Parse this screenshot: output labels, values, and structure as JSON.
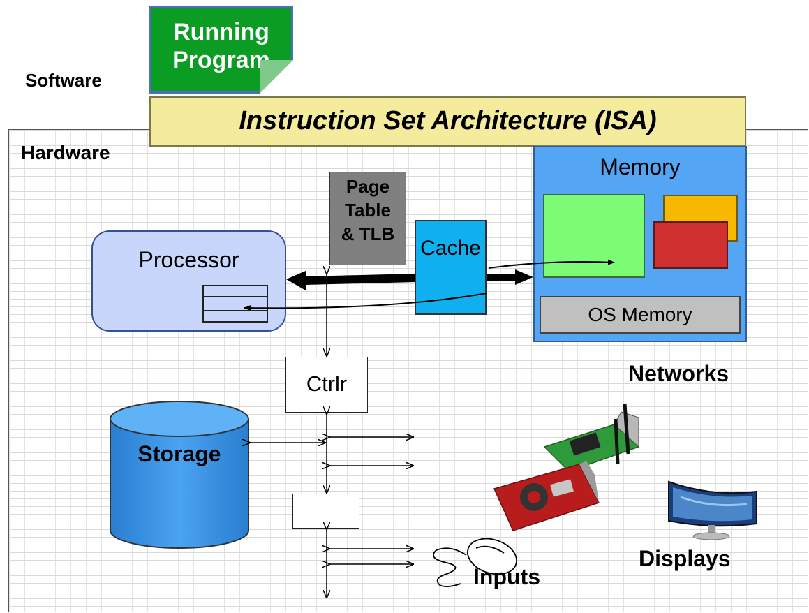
{
  "software": {
    "label": "Software"
  },
  "running_program": {
    "line1": "Running",
    "line2": "Program"
  },
  "isa": {
    "label": "Instruction Set Architecture (ISA)"
  },
  "hardware": {
    "label": "Hardware"
  },
  "memory": {
    "title": "Memory",
    "os_memory": "OS Memory"
  },
  "page_table": {
    "line1": "Page",
    "line2": "Table",
    "line3": "& TLB"
  },
  "cache": {
    "label": "Cache"
  },
  "processor": {
    "label": "Processor"
  },
  "ctrlr": {
    "label": "Ctrlr"
  },
  "storage": {
    "label": "Storage"
  },
  "networks": {
    "label": "Networks"
  },
  "displays": {
    "label": "Displays"
  },
  "inputs": {
    "label": "Inputs"
  },
  "colors": {
    "running_program": "#0b9c24",
    "isa": "#f4ec9c",
    "memory": "#54a6f4",
    "processor": "#c9d6fb",
    "cache": "#10b0f0",
    "page_table": "#7f7f7f",
    "storage": "#3a8fe0"
  }
}
